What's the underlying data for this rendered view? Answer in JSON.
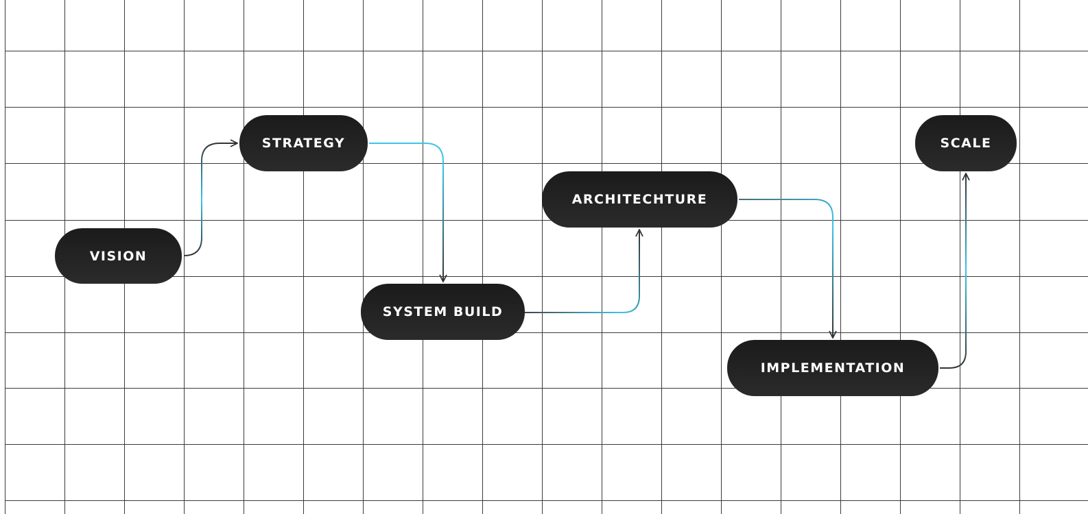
{
  "diagram": {
    "nodes": [
      {
        "id": "vision",
        "label": "VISION"
      },
      {
        "id": "strategy",
        "label": "STRATEGY"
      },
      {
        "id": "system-build",
        "label": "SYSTEM BUILD"
      },
      {
        "id": "architecture",
        "label": "ARCHITECHTURE"
      },
      {
        "id": "implementation",
        "label": "IMPLEMENTATION"
      },
      {
        "id": "scale",
        "label": "SCALE"
      }
    ],
    "edges": [
      {
        "from": "vision",
        "to": "strategy"
      },
      {
        "from": "strategy",
        "to": "system-build"
      },
      {
        "from": "system-build",
        "to": "architecture"
      },
      {
        "from": "architecture",
        "to": "implementation"
      },
      {
        "from": "implementation",
        "to": "scale"
      }
    ]
  },
  "colors": {
    "node_fill": "#222222",
    "node_text": "#ffffff",
    "grid_line": "#3a3a3a",
    "connector_dark": "#333333",
    "connector_accent": "#3bc4e8",
    "background": "#ffffff"
  }
}
